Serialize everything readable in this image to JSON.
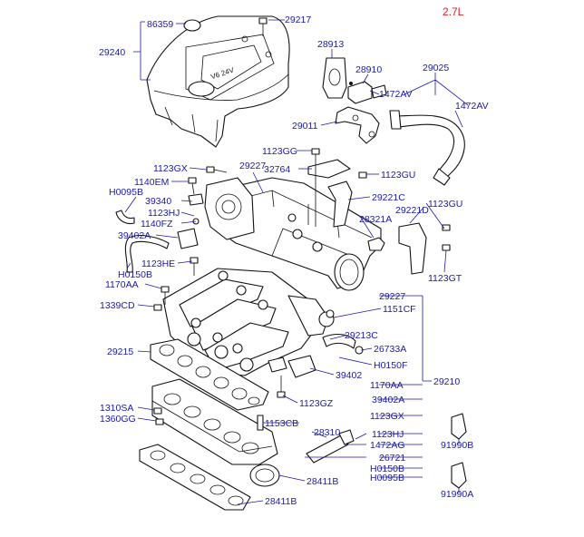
{
  "variant": {
    "text": "2.7L",
    "color": "#e02020"
  },
  "label_color": "#1a1aa6",
  "labels": {
    "l86359": "86359",
    "l29217": "29217",
    "l29240": "29240",
    "l28913": "28913",
    "l28910": "28910",
    "l29025": "29025",
    "l1472av_a": "1472AV",
    "l1472av_b": "1472AV",
    "l29011": "29011",
    "l1123gg": "1123GG",
    "l32764": "32764",
    "l1123gx_top": "1123GX",
    "l29227_top": "29227",
    "l1123gu_top": "1123GU",
    "l1140em": "1140EM",
    "lh0095b_top": "H0095B",
    "l39340": "39340",
    "l29221c": "29221C",
    "l1123hj_top": "1123HJ",
    "l1123gu_mid": "1123GU",
    "l1140fz": "1140FZ",
    "l28321a": "28321A",
    "l29221d": "29221D",
    "l39402a_top": "39402A",
    "l1123he": "1123HE",
    "lh0150b_top": "H0150B",
    "l1123gt": "1123GT",
    "l1170aa_top": "1170AA",
    "l29227_mid": "29227",
    "l1339cd": "1339CD",
    "l1151cf": "1151CF",
    "l29213c": "29213C",
    "l26733a": "26733A",
    "l29215": "29215",
    "lh0150f": "H0150F",
    "l39402": "39402",
    "l29210": "29210",
    "l1170aa_mid": "1170AA",
    "l39402a_mid": "39402A",
    "l1310sa": "1310SA",
    "l1123gz": "1123GZ",
    "l1360gg": "1360GG",
    "l1123gx_mid": "1123GX",
    "l1153cb": "1153CB",
    "l28310": "28310",
    "l1123hj_mid": "1123HJ",
    "l91990b": "91990B",
    "l1472ag": "1472AG",
    "l26721": "26721",
    "lh0150b_bot": "H0150B",
    "l28411b_a": "28411B",
    "lh0095b_bot": "H0095B",
    "l91990a": "91990A",
    "l28411b_b": "28411B"
  }
}
